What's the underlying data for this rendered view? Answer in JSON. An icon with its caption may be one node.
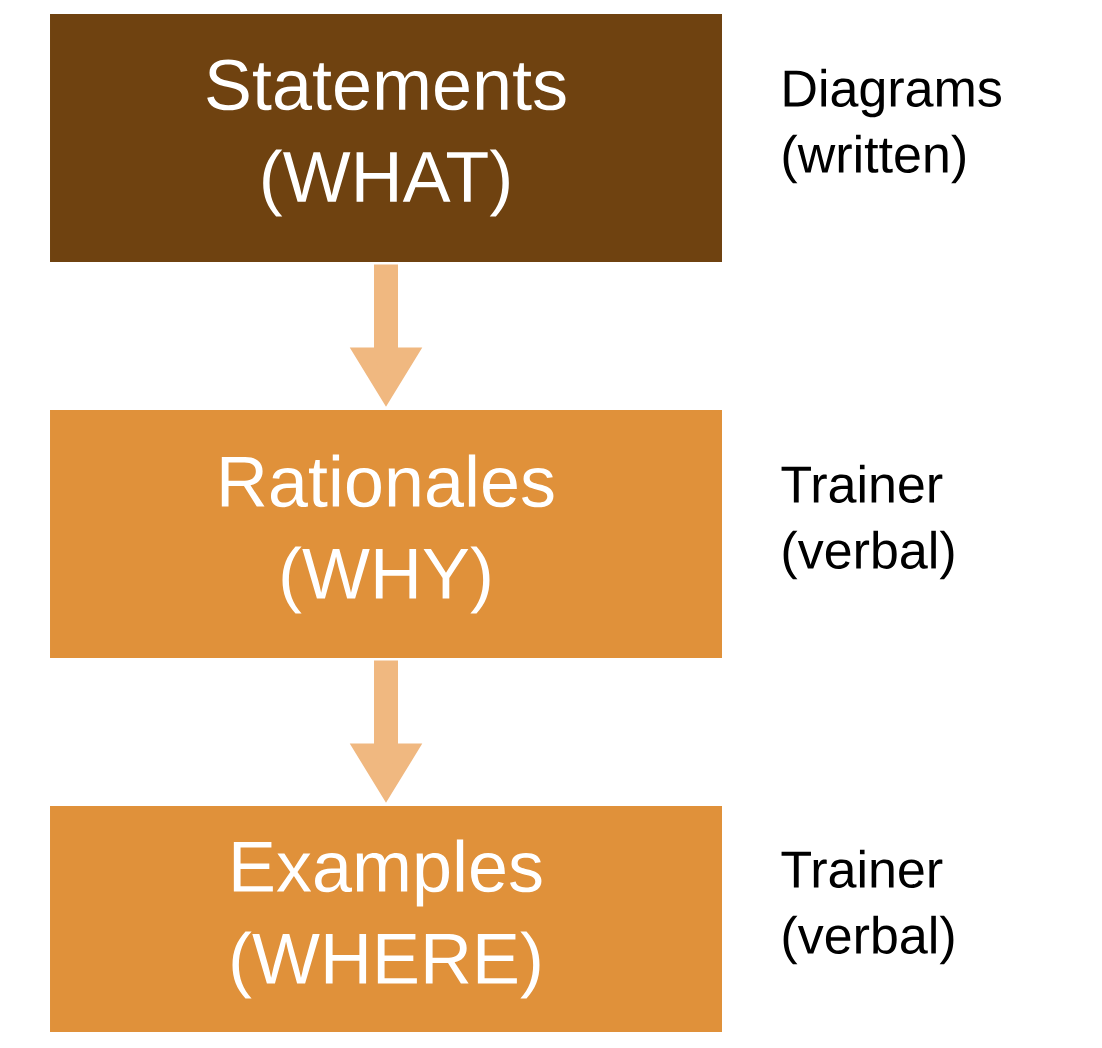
{
  "diagram": {
    "nodes": [
      {
        "text": [
          "Statements (WHAT)"
        ],
        "beside": [
          "Diagrams (written)"
        ]
      },
      {
        "text": [
          "Rationales (WHY)"
        ],
        "beside": [
          "Trainer (verbal)"
        ]
      },
      {
        "text": [
          "Examples (WHERE)"
        ],
        "beside": [
          "Trainer (verbal)"
        ]
      }
    ],
    "edges": [
      {
        "from": 0,
        "to": 1,
        "arrow": "to"
      },
      {
        "from": 1,
        "to": 2,
        "arrow": "to"
      }
    ]
  }
}
